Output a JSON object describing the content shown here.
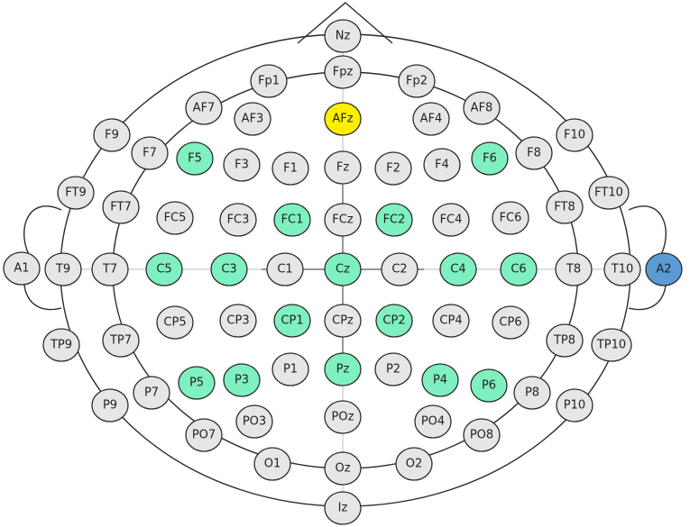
{
  "colors": {
    "default": "#e6e6e6",
    "highlight_green": "#7ff0bf",
    "highlight_yellow": "#ffee00",
    "highlight_blue": "#5b9bd5",
    "outline": "#2b2b2b"
  },
  "electrodes": [
    {
      "label": "Nz",
      "color": "default"
    },
    {
      "label": "Fpz",
      "color": "default"
    },
    {
      "label": "Fp1",
      "color": "default"
    },
    {
      "label": "Fp2",
      "color": "default"
    },
    {
      "label": "AF7",
      "color": "default"
    },
    {
      "label": "AF3",
      "color": "default"
    },
    {
      "label": "AFz",
      "color": "highlight_yellow"
    },
    {
      "label": "AF4",
      "color": "default"
    },
    {
      "label": "AF8",
      "color": "default"
    },
    {
      "label": "F9",
      "color": "default"
    },
    {
      "label": "F7",
      "color": "default"
    },
    {
      "label": "F5",
      "color": "highlight_green"
    },
    {
      "label": "F3",
      "color": "default"
    },
    {
      "label": "F1",
      "color": "default"
    },
    {
      "label": "Fz",
      "color": "default"
    },
    {
      "label": "F2",
      "color": "default"
    },
    {
      "label": "F4",
      "color": "default"
    },
    {
      "label": "F6",
      "color": "highlight_green"
    },
    {
      "label": "F8",
      "color": "default"
    },
    {
      "label": "F10",
      "color": "default"
    },
    {
      "label": "FT9",
      "color": "default"
    },
    {
      "label": "FT7",
      "color": "default"
    },
    {
      "label": "FC5",
      "color": "default"
    },
    {
      "label": "FC3",
      "color": "default"
    },
    {
      "label": "FC1",
      "color": "highlight_green"
    },
    {
      "label": "FCz",
      "color": "default"
    },
    {
      "label": "FC2",
      "color": "highlight_green"
    },
    {
      "label": "FC4",
      "color": "default"
    },
    {
      "label": "FC6",
      "color": "default"
    },
    {
      "label": "FT8",
      "color": "default"
    },
    {
      "label": "FT10",
      "color": "default"
    },
    {
      "label": "A1",
      "color": "default"
    },
    {
      "label": "T9",
      "color": "default"
    },
    {
      "label": "T7",
      "color": "default"
    },
    {
      "label": "C5",
      "color": "highlight_green"
    },
    {
      "label": "C3",
      "color": "highlight_green"
    },
    {
      "label": "C1",
      "color": "default"
    },
    {
      "label": "Cz",
      "color": "highlight_green"
    },
    {
      "label": "C2",
      "color": "default"
    },
    {
      "label": "C4",
      "color": "highlight_green"
    },
    {
      "label": "C6",
      "color": "highlight_green"
    },
    {
      "label": "T8",
      "color": "default"
    },
    {
      "label": "T10",
      "color": "default"
    },
    {
      "label": "A2",
      "color": "highlight_blue"
    },
    {
      "label": "TP9",
      "color": "default"
    },
    {
      "label": "TP7",
      "color": "default"
    },
    {
      "label": "CP5",
      "color": "default"
    },
    {
      "label": "CP3",
      "color": "default"
    },
    {
      "label": "CP1",
      "color": "highlight_green"
    },
    {
      "label": "CPz",
      "color": "default"
    },
    {
      "label": "CP2",
      "color": "highlight_green"
    },
    {
      "label": "CP4",
      "color": "default"
    },
    {
      "label": "CP6",
      "color": "default"
    },
    {
      "label": "TP8",
      "color": "default"
    },
    {
      "label": "TP10",
      "color": "default"
    },
    {
      "label": "P9",
      "color": "default"
    },
    {
      "label": "P7",
      "color": "default"
    },
    {
      "label": "P5",
      "color": "highlight_green"
    },
    {
      "label": "P3",
      "color": "highlight_green"
    },
    {
      "label": "P1",
      "color": "default"
    },
    {
      "label": "Pz",
      "color": "highlight_green"
    },
    {
      "label": "P2",
      "color": "default"
    },
    {
      "label": "P4",
      "color": "highlight_green"
    },
    {
      "label": "P6",
      "color": "highlight_green"
    },
    {
      "label": "P8",
      "color": "default"
    },
    {
      "label": "P10",
      "color": "default"
    },
    {
      "label": "PO7",
      "color": "default"
    },
    {
      "label": "PO3",
      "color": "default"
    },
    {
      "label": "POz",
      "color": "default"
    },
    {
      "label": "PO4",
      "color": "default"
    },
    {
      "label": "PO8",
      "color": "default"
    },
    {
      "label": "O1",
      "color": "default"
    },
    {
      "label": "Oz",
      "color": "default"
    },
    {
      "label": "O2",
      "color": "default"
    },
    {
      "label": "Iz",
      "color": "default"
    }
  ]
}
